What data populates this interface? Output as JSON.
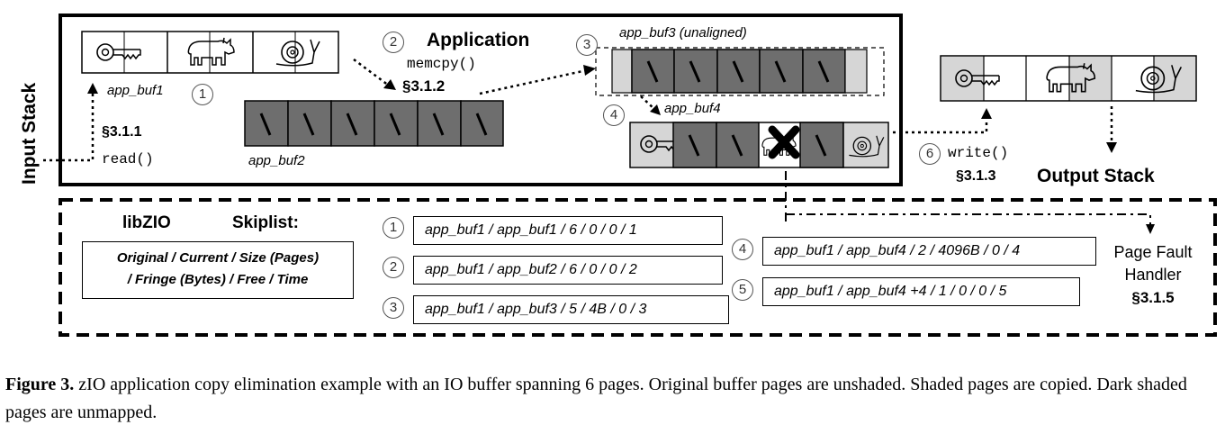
{
  "labels": {
    "input_stack": "Input Stack",
    "output_stack": "Output Stack",
    "application": "Application",
    "memcpy": "memcpy()",
    "read": "read()",
    "write": "write()",
    "sec_312": "§3.1.2",
    "sec_311": "§3.1.1",
    "sec_313": "§3.1.3",
    "sec_315": "§3.1.5",
    "app_buf1": "app_buf1",
    "app_buf2": "app_buf2",
    "app_buf3": "app_buf3 (unaligned)",
    "app_buf4": "app_buf4",
    "libzio": "libZIO",
    "skiplist": "Skiplist:",
    "page_fault_line1": "Page Fault",
    "page_fault_line2": "Handler"
  },
  "steps": [
    "1",
    "2",
    "3",
    "4",
    "5",
    "6"
  ],
  "fields": {
    "line1": "Original / Current / Size (Pages)",
    "line2": "/ Fringe (Bytes) / Free / Time"
  },
  "skiplist_entries": [
    {
      "num": "1",
      "text": "app_buf1 / app_buf1 / 6 / 0  / 0 / 1"
    },
    {
      "num": "2",
      "text": "app_buf1 / app_buf2 / 6 / 0 / 0 / 2"
    },
    {
      "num": "3",
      "text": "app_buf1 / app_buf3 / 5 / 4B / 0 / 3"
    },
    {
      "num": "4",
      "text": "app_buf1 / app_buf4 / 2 / 4096B / 0 / 4"
    },
    {
      "num": "5",
      "text": "app_buf1 / app_buf4 +4 / 1 / 0 / 0 / 5"
    }
  ],
  "caption": {
    "figure": "Figure 3.",
    "text": " zIO application copy elimination example with an IO buffer spanning 6 pages. Original buffer pages are unshaded. Shaded pages are copied. Dark shaded pages are unmapped."
  },
  "colors": {
    "dark_page": "#6e6e6e",
    "light_page": "#d6d6d6",
    "original_page": "#ffffff"
  },
  "icons": [
    "key-icon",
    "rhino-icon",
    "snail-icon",
    "x-mark-icon"
  ]
}
